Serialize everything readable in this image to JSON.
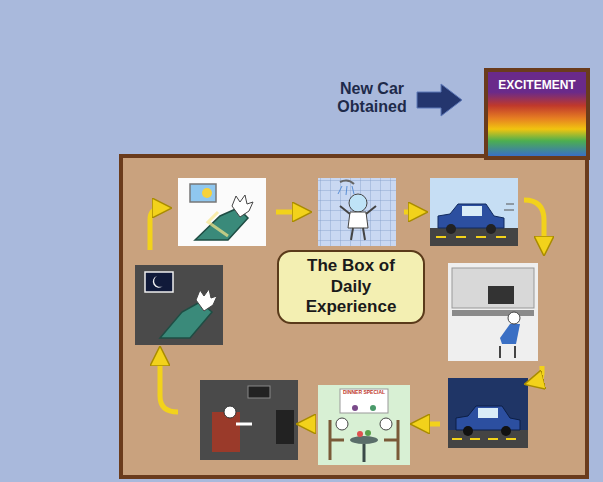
{
  "diagram": {
    "nodes": [
      {
        "text": [
          "EXCITEMENT"
        ]
      },
      {
        "text": [
          "The Box of Daily Experience"
        ]
      }
    ],
    "labels": [
      "New Car Obtained",
      "DINNER SPECIAL"
    ]
  }
}
